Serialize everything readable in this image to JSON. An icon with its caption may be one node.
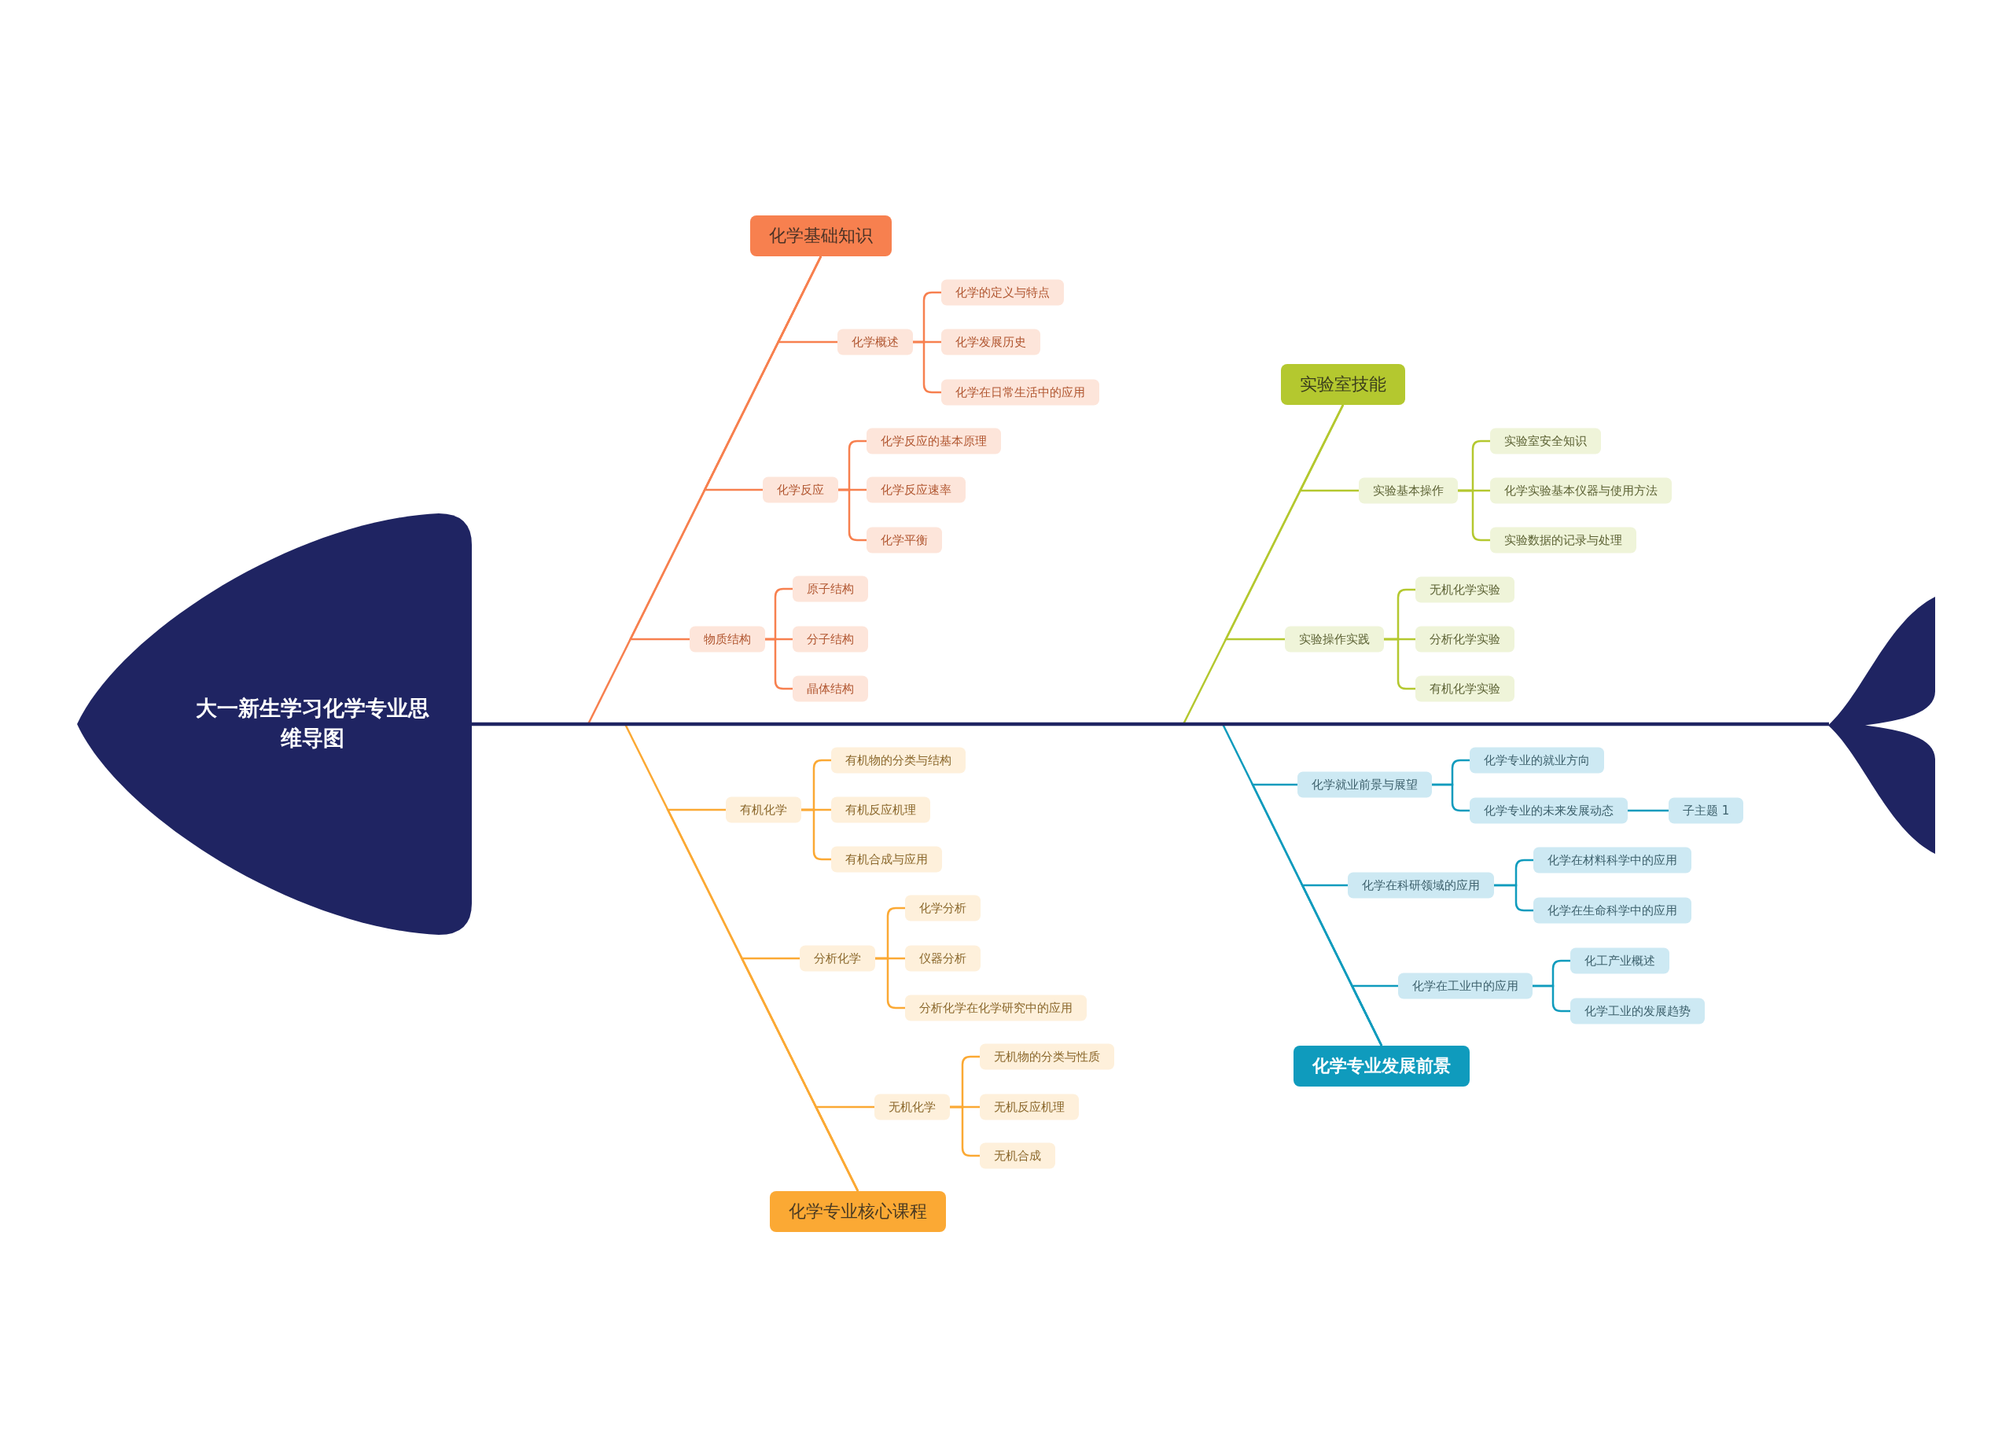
{
  "diagram": {
    "nodes": [
      {
        "text": [
          "大一新生学习化学专业思维导图"
        ]
      },
      {
        "text": [
          "化学基础知识"
        ]
      },
      {
        "text": [
          "化学概述"
        ]
      },
      {
        "text": [
          "化学的定义与特点"
        ]
      },
      {
        "text": [
          "化学发展历史"
        ]
      },
      {
        "text": [
          "化学在日常生活中的应用"
        ]
      },
      {
        "text": [
          "化学反应"
        ]
      },
      {
        "text": [
          "化学反应的基本原理"
        ]
      },
      {
        "text": [
          "化学反应速率"
        ]
      },
      {
        "text": [
          "化学平衡"
        ]
      },
      {
        "text": [
          "物质结构"
        ]
      },
      {
        "text": [
          "原子结构"
        ]
      },
      {
        "text": [
          "分子结构"
        ]
      },
      {
        "text": [
          "晶体结构"
        ]
      },
      {
        "text": [
          "化学专业核心课程"
        ]
      },
      {
        "text": [
          "有机化学"
        ]
      },
      {
        "text": [
          "有机物的分类与结构"
        ]
      },
      {
        "text": [
          "有机反应机理"
        ]
      },
      {
        "text": [
          "有机合成与应用"
        ]
      },
      {
        "text": [
          "分析化学"
        ]
      },
      {
        "text": [
          "化学分析"
        ]
      },
      {
        "text": [
          "仪器分析"
        ]
      },
      {
        "text": [
          "分析化学在化学研究中的应用"
        ]
      },
      {
        "text": [
          "无机化学"
        ]
      },
      {
        "text": [
          "无机物的分类与性质"
        ]
      },
      {
        "text": [
          "无机反应机理"
        ]
      },
      {
        "text": [
          "无机合成"
        ]
      },
      {
        "text": [
          "实验室技能"
        ]
      },
      {
        "text": [
          "实验基本操作"
        ]
      },
      {
        "text": [
          "实验室安全知识"
        ]
      },
      {
        "text": [
          "化学实验基本仪器与使用方法"
        ]
      },
      {
        "text": [
          "实验数据的记录与处理"
        ]
      },
      {
        "text": [
          "实验操作实践"
        ]
      },
      {
        "text": [
          "无机化学实验"
        ]
      },
      {
        "text": [
          "分析化学实验"
        ]
      },
      {
        "text": [
          "有机化学实验"
        ]
      },
      {
        "text": [
          "化学专业发展前景"
        ]
      },
      {
        "text": [
          "化学就业前景与展望"
        ]
      },
      {
        "text": [
          "化学专业的就业方向"
        ]
      },
      {
        "text": [
          "化学专业的未来发展动态"
        ]
      },
      {
        "text": [
          "子主题 1"
        ]
      },
      {
        "text": [
          "化学在科研领域的应用"
        ]
      },
      {
        "text": [
          "化学在材料科学中的应用"
        ]
      },
      {
        "text": [
          "化学在生命科学中的应用"
        ]
      },
      {
        "text": [
          "化学在工业中的应用"
        ]
      },
      {
        "text": [
          "化工产业概述"
        ]
      },
      {
        "text": [
          "化学工业的发展趋势"
        ]
      },
      {
        "text": [],
        "shape": "tail"
      }
    ],
    "edges": [
      {
        "from": null,
        "to": 1,
        "arrow": "none",
        "color": "#f7804f"
      },
      {
        "from": 1,
        "to": 2,
        "arrow": "none",
        "color": "#f7804f"
      },
      {
        "from": 2,
        "to": 3,
        "arrow": "none",
        "color": "#f7804f"
      },
      {
        "from": 2,
        "to": 4,
        "arrow": "none",
        "color": "#f7804f"
      },
      {
        "from": 2,
        "to": 5,
        "arrow": "none",
        "color": "#f7804f"
      },
      {
        "from": 1,
        "to": 6,
        "arrow": "none",
        "color": "#f7804f"
      },
      {
        "from": 6,
        "to": 7,
        "arrow": "none",
        "color": "#f7804f"
      },
      {
        "from": 6,
        "to": 8,
        "arrow": "none",
        "color": "#f7804f"
      },
      {
        "from": 6,
        "to": 9,
        "arrow": "none",
        "color": "#f7804f"
      },
      {
        "from": 1,
        "to": 10,
        "arrow": "none",
        "color": "#f7804f"
      },
      {
        "from": 10,
        "to": 11,
        "arrow": "none",
        "color": "#f7804f"
      },
      {
        "from": 10,
        "to": 12,
        "arrow": "none",
        "color": "#f7804f"
      },
      {
        "from": 10,
        "to": 13,
        "arrow": "none",
        "color": "#f7804f"
      },
      {
        "from": null,
        "to": 14,
        "arrow": "none",
        "color": "#fba934"
      },
      {
        "from": 14,
        "to": 15,
        "arrow": "none",
        "color": "#fba934"
      },
      {
        "from": 15,
        "to": 16,
        "arrow": "none",
        "color": "#fba934"
      },
      {
        "from": 15,
        "to": 17,
        "arrow": "none",
        "color": "#fba934"
      },
      {
        "from": 15,
        "to": 18,
        "arrow": "none",
        "color": "#fba934"
      },
      {
        "from": 14,
        "to": 19,
        "arrow": "none",
        "color": "#fba934"
      },
      {
        "from": 19,
        "to": 20,
        "arrow": "none",
        "color": "#fba934"
      },
      {
        "from": 19,
        "to": 21,
        "arrow": "none",
        "color": "#fba934"
      },
      {
        "from": 19,
        "to": 22,
        "arrow": "none",
        "color": "#fba934"
      },
      {
        "from": 14,
        "to": 23,
        "arrow": "none",
        "color": "#fba934"
      },
      {
        "from": 23,
        "to": 24,
        "arrow": "none",
        "color": "#fba934"
      },
      {
        "from": 23,
        "to": 25,
        "arrow": "none",
        "color": "#fba934"
      },
      {
        "from": 23,
        "to": 26,
        "arrow": "none",
        "color": "#fba934"
      },
      {
        "from": null,
        "to": 27,
        "arrow": "none",
        "color": "#b4c82f"
      },
      {
        "from": 27,
        "to": 28,
        "arrow": "none",
        "color": "#b4c82f"
      },
      {
        "from": 28,
        "to": 29,
        "arrow": "none",
        "color": "#b4c82f"
      },
      {
        "from": 28,
        "to": 30,
        "arrow": "none",
        "color": "#b4c82f"
      },
      {
        "from": 28,
        "to": 31,
        "arrow": "none",
        "color": "#b4c82f"
      },
      {
        "from": 27,
        "to": 32,
        "arrow": "none",
        "color": "#b4c82f"
      },
      {
        "from": 32,
        "to": 33,
        "arrow": "none",
        "color": "#b4c82f"
      },
      {
        "from": 32,
        "to": 34,
        "arrow": "none",
        "color": "#b4c82f"
      },
      {
        "from": 32,
        "to": 35,
        "arrow": "none",
        "color": "#b4c82f"
      },
      {
        "from": null,
        "to": 36,
        "arrow": "none",
        "color": "#0f9bbd"
      },
      {
        "from": 36,
        "to": 37,
        "arrow": "none",
        "color": "#0f9bbd"
      },
      {
        "from": 37,
        "to": 38,
        "arrow": "none",
        "color": "#0f9bbd"
      },
      {
        "from": 37,
        "to": 39,
        "arrow": "none",
        "color": "#0f9bbd"
      },
      {
        "from": 39,
        "to": 40,
        "arrow": "none",
        "color": "#0f9bbd"
      },
      {
        "from": 36,
        "to": 41,
        "arrow": "none",
        "color": "#0f9bbd"
      },
      {
        "from": 41,
        "to": 42,
        "arrow": "none",
        "color": "#0f9bbd"
      },
      {
        "from": 41,
        "to": 43,
        "arrow": "none",
        "color": "#0f9bbd"
      },
      {
        "from": 36,
        "to": 44,
        "arrow": "none",
        "color": "#0f9bbd"
      },
      {
        "from": 44,
        "to": 45,
        "arrow": "none",
        "color": "#0f9bbd"
      },
      {
        "from": 44,
        "to": 46,
        "arrow": "none",
        "color": "#0f9bbd"
      },
      {
        "from": 0,
        "to": 47,
        "arrow": "none",
        "color": "#1f2462"
      }
    ]
  }
}
